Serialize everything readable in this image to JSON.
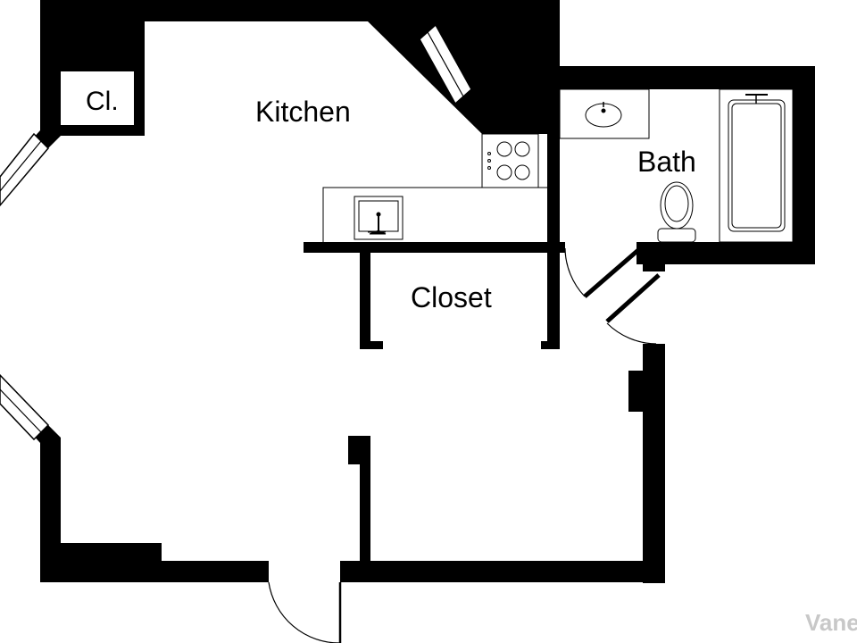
{
  "colors": {
    "wall": "#000000",
    "floor": "#ffffff",
    "fixture_line": "#000000",
    "watermark": "#c8c8c8"
  },
  "rooms": {
    "closet_small": "Cl.",
    "kitchen": "Kitchen",
    "bath": "Bath",
    "closet": "Closet"
  },
  "watermark": "Vane"
}
